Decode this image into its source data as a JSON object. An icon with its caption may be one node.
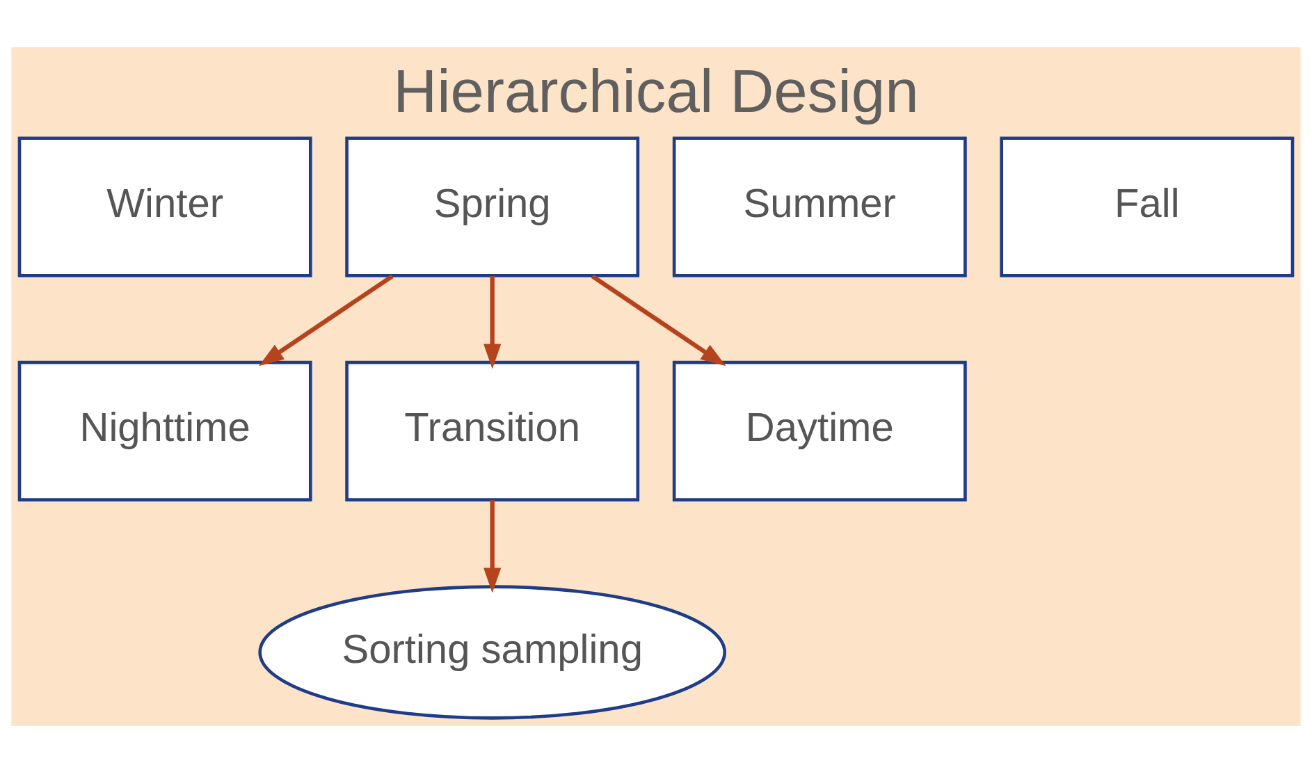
{
  "diagram": {
    "title": "Hierarchical Design",
    "nodes": [
      {
        "text": [
          "Winter"
        ]
      },
      {
        "text": [
          "Spring"
        ]
      },
      {
        "text": [
          "Summer"
        ]
      },
      {
        "text": [
          "Fall"
        ]
      },
      {
        "text": [
          "Nighttime"
        ]
      },
      {
        "text": [
          "Transition"
        ]
      },
      {
        "text": [
          "Daytime"
        ]
      },
      {
        "text": [
          "Sorting sampling"
        ]
      }
    ],
    "edges": [
      {
        "from": 1,
        "to": 4,
        "arrow": "to"
      },
      {
        "from": 1,
        "to": 5,
        "arrow": "to"
      },
      {
        "from": 1,
        "to": 6,
        "arrow": "to"
      },
      {
        "from": 5,
        "to": 7,
        "arrow": "to"
      }
    ]
  }
}
